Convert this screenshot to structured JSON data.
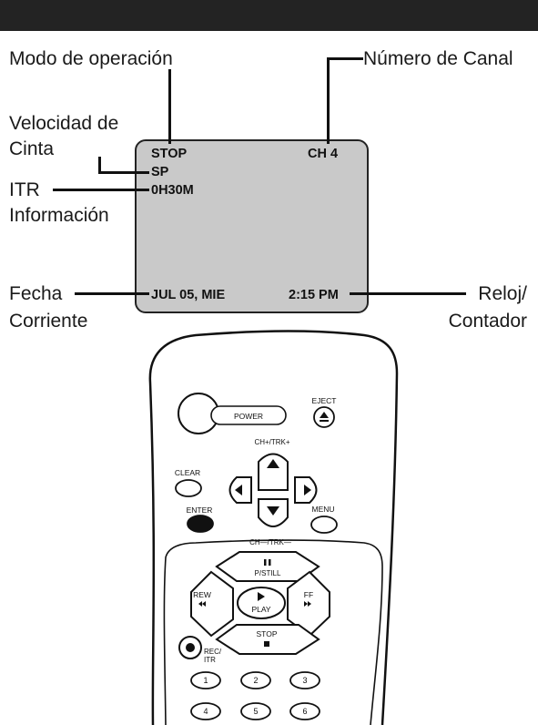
{
  "labels": {
    "operation_mode": "Modo de operación",
    "channel_number": "Número de Canal",
    "tape_speed_line1": "Velocidad de",
    "tape_speed_line2": "Cinta",
    "itr_line1": "ITR",
    "itr_line2": "Información",
    "date_line1": "Fecha",
    "date_line2": "Corriente",
    "clock_line1": "Reloj/",
    "clock_line2": "Contador"
  },
  "screen": {
    "mode": "STOP",
    "channel": "CH  4",
    "speed": "SP",
    "itr": "0H30M",
    "date": "JUL   05, MIE",
    "time": "2:15 PM"
  },
  "remote": {
    "power": "POWER",
    "eject": "EJECT",
    "ch_up": "CH+/TRK+",
    "ch_down": "CH—/TRK—",
    "clear": "CLEAR",
    "enter": "ENTER",
    "menu": "MENU",
    "pause_still": "P/STILL",
    "rew": "REW",
    "ff": "FF",
    "play": "PLAY",
    "stop": "STOP",
    "rec_line1": "REC/",
    "rec_line2": "ITR",
    "digits": [
      "1",
      "2",
      "3",
      "4",
      "5",
      "6"
    ]
  },
  "colors": {
    "screen_bg": "#c9c9c9",
    "top_bar": "#232323",
    "enter_button": "#111111"
  }
}
